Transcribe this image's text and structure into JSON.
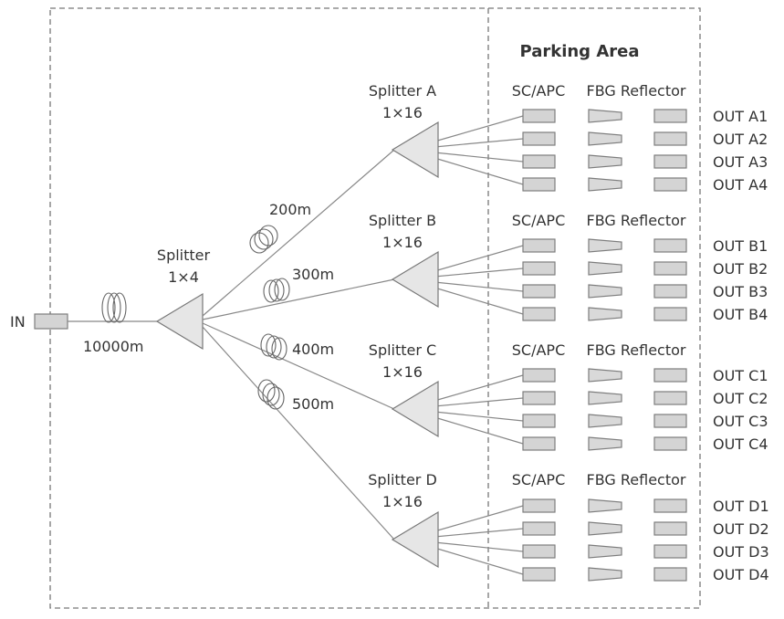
{
  "input": {
    "label": "IN"
  },
  "parking": {
    "title": "Parking Area"
  },
  "splitter_main": {
    "name": "Splitter",
    "ratio": "1×4"
  },
  "feeder": {
    "length": "10000m"
  },
  "column_labels": {
    "connector": "SC/APC",
    "reflector": "FBG Reflector"
  },
  "branches": [
    {
      "id": "a",
      "distance": "200m",
      "splitter": "Splitter A",
      "ratio": "1×16",
      "outputs": [
        "OUT A1",
        "OUT A2",
        "OUT A3",
        "OUT A4"
      ]
    },
    {
      "id": "b",
      "distance": "300m",
      "splitter": "Splitter B",
      "ratio": "1×16",
      "outputs": [
        "OUT B1",
        "OUT B2",
        "OUT B3",
        "OUT B4"
      ]
    },
    {
      "id": "c",
      "distance": "400m",
      "splitter": "Splitter C",
      "ratio": "1×16",
      "outputs": [
        "OUT C1",
        "OUT C2",
        "OUT C3",
        "OUT C4"
      ]
    },
    {
      "id": "d",
      "distance": "500m",
      "splitter": "Splitter D",
      "ratio": "1×16",
      "outputs": [
        "OUT D1",
        "OUT D2",
        "OUT D3",
        "OUT D4"
      ]
    }
  ]
}
